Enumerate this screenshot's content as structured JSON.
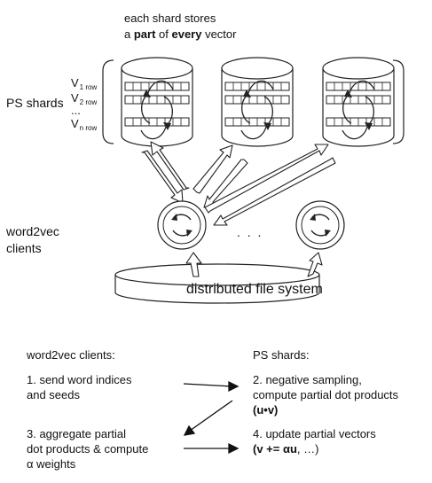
{
  "caption": {
    "line1": "each shard stores",
    "line2_prefix": "a ",
    "line2_part": "part",
    "line2_mid": " of ",
    "line2_every": "every",
    "line2_suffix": " vector"
  },
  "labels": {
    "ps_shards": "PS shards",
    "clients_line1": "word2vec",
    "clients_line2": "clients",
    "ellipsis": ". . .",
    "dfs": "distributed file system"
  },
  "vector_rows": [
    {
      "v": "V",
      "sub": "1 row"
    },
    {
      "v": "V",
      "sub": "2 row"
    },
    {
      "v": "...",
      "sub": ""
    },
    {
      "v": "V",
      "sub": "n row"
    }
  ],
  "steps": {
    "clients_header": "word2vec clients:",
    "shards_header": "PS shards:",
    "step1_line1": "1. send word indices",
    "step1_line2": "and seeds",
    "step2_line1": "2. negative sampling,",
    "step2_line2": "compute partial dot products",
    "step2_line3": "(u•v)",
    "step3_line1": "3. aggregate partial",
    "step3_line2": "dot products & compute",
    "step3_line3": "α weights",
    "step4_line1": "4. update partial vectors",
    "step4_line2_bold": "(v += αu",
    "step4_line2_rest": ", …)"
  },
  "colors": {
    "stroke": "#222222",
    "background": "#ffffff"
  }
}
